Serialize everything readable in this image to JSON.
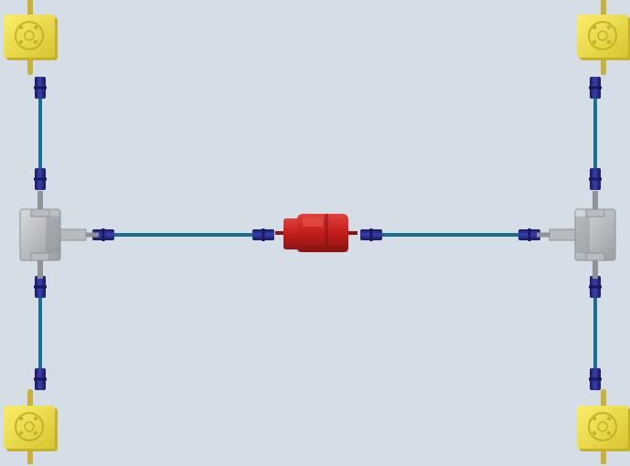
{
  "diagram": {
    "description_hidden": "",
    "colors": {
      "background": "#d5dee6",
      "shaft": "#1b6f8f",
      "coupling": "#2a2f8f",
      "coupling_dark": "#16195c",
      "coupling_light": "#5a61c8",
      "jack_body": "#f3e24b",
      "jack_shadow": "#c6b12a",
      "jack_screw": "#c9b23c",
      "gearbox_body": "#b9bcbf",
      "gearbox_shadow": "#8f9396",
      "motor_body": "#c9221f",
      "motor_dark": "#8c1412",
      "motor_light": "#e2504a"
    },
    "components": {
      "motor": {
        "name": "motor"
      },
      "gearboxes": [
        {
          "name": "gearbox-left"
        },
        {
          "name": "gearbox-right"
        }
      ],
      "jacks": [
        {
          "name": "jack-top-left"
        },
        {
          "name": "jack-top-right"
        },
        {
          "name": "jack-bottom-left"
        },
        {
          "name": "jack-bottom-right"
        }
      ]
    }
  }
}
